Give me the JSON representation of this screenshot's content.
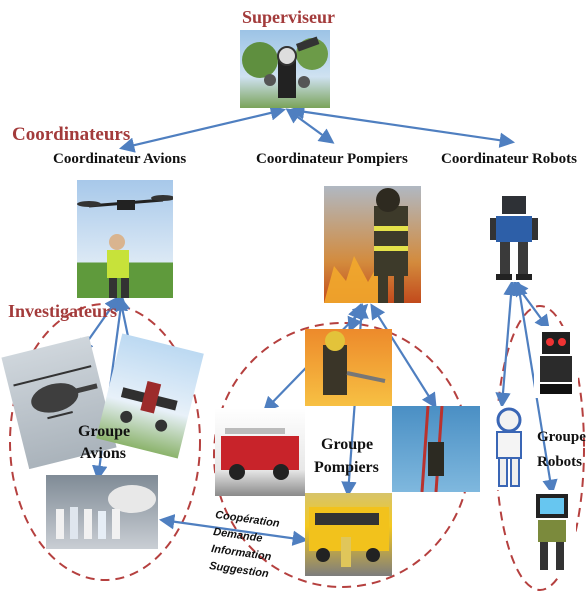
{
  "labels": {
    "superviseur": "Superviseur",
    "coordinateurs": "Coordinateurs",
    "investigateurs": "Investigateurs",
    "coord_avions": "Coordinateur Avions",
    "coord_pompiers": "Coordinateur Pompiers",
    "coord_robots": "Coordinateur Robots",
    "groupe_avions_1": "Groupe",
    "groupe_avions_2": "Avions",
    "groupe_pompiers_1": "Groupe",
    "groupe_pompiers_2": "Pompiers",
    "groupe_robots_1": "Groupe",
    "groupe_robots_2": "Robots"
  },
  "interaction_labels": [
    "Coopération",
    "Demande",
    "Information",
    "Suggestion"
  ],
  "colors": {
    "title_red": "#a33b3b",
    "arrow_blue": "#4f7fc0",
    "ellipse_red": "#b5403f"
  },
  "icons": {
    "superviseur": "surveillance-robot-photo",
    "coord_avions": "drone-pilot-photo",
    "coord_pompiers": "firefighter-photo",
    "coord_robots": "humanoid-robot-photo"
  }
}
